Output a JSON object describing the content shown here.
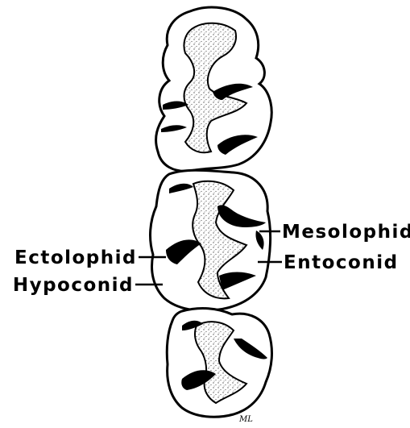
{
  "labels": {
    "mesolophid": "Mesolophid",
    "entoconid": "Entoconid",
    "ectolophid": "Ectolophid",
    "hypoconid": "Hypoconid"
  },
  "signature": "ML",
  "colors": {
    "ink": "#000000",
    "enamel": "#ffffff",
    "stipple": "#555555"
  }
}
